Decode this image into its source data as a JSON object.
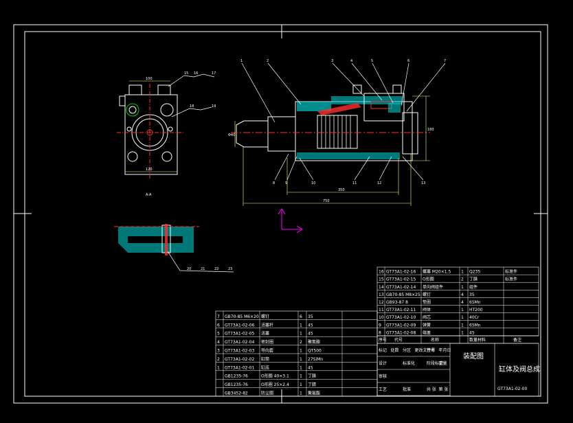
{
  "drawing": {
    "section_label": "A-A",
    "title_block": {
      "drawing_title": "缸体及阀总成",
      "drawing_number": "GT73A1-02-00",
      "assembly_label": "装配图",
      "header_cols": [
        "序号",
        "代号",
        "名称",
        "数量",
        "材料",
        "备注"
      ]
    },
    "callouts_main": [
      "1",
      "2",
      "3",
      "4",
      "5",
      "6",
      "7"
    ],
    "callouts_bottom": [
      "8",
      "9",
      "10",
      "11",
      "12",
      "13"
    ],
    "callouts_left": [
      "15",
      "16",
      "17",
      "18",
      "19"
    ],
    "callouts_detail": [
      "20",
      "21",
      "22",
      "23"
    ],
    "dims": {
      "overall_length": "750",
      "stroke": "350",
      "height": "180",
      "bore": "Φ40",
      "width_top": "100",
      "width_bottom": "120"
    }
  },
  "parts_right": [
    [
      "16",
      "GT73A1-02-16",
      "螺塞 M20×1.5",
      "1",
      "Q235",
      "标准件"
    ],
    [
      "15",
      "GT73A1-02-15",
      "O形圈",
      "2",
      "丁腈",
      "标准件"
    ],
    [
      "14",
      "GT73A1-02-14",
      "单向阀组件",
      "1",
      "组件",
      ""
    ],
    [
      "13",
      "GB70-85 M8×25",
      "螺钉",
      "4",
      "35",
      ""
    ],
    [
      "12",
      "GB93-87 8",
      "垫圈",
      "4",
      "65Mn",
      ""
    ],
    [
      "11",
      "GT73A1-02-11",
      "阀体",
      "1",
      "HT200",
      ""
    ],
    [
      "10",
      "GT73A1-02-10",
      "阀芯",
      "1",
      "40Cr",
      ""
    ],
    [
      "9",
      "GT73A1-02-09",
      "弹簧",
      "1",
      "65Mn",
      ""
    ],
    [
      "8",
      "GT73A1-02-08",
      "端盖",
      "1",
      "45",
      ""
    ]
  ],
  "parts_left": [
    [
      "7",
      "GB70-85 M6×20",
      "螺钉",
      "6",
      "35",
      ""
    ],
    [
      "6",
      "GT73A1-02-06",
      "活塞杆",
      "1",
      "45",
      ""
    ],
    [
      "5",
      "GT73A1-02-05",
      "活塞",
      "1",
      "45",
      ""
    ],
    [
      "4",
      "GT73A1-02-04",
      "密封圈",
      "2",
      "聚氨酯",
      ""
    ],
    [
      "3",
      "GT73A1-02-03",
      "导向套",
      "1",
      "QT500",
      ""
    ],
    [
      "2",
      "GT73A1-02-02",
      "缸筒",
      "1",
      "27SiMn",
      ""
    ],
    [
      "1",
      "GT73A1-02-01",
      "缸底",
      "1",
      "45",
      ""
    ],
    [
      "",
      "GB1235-76",
      "O形圈 40×3.1",
      "1",
      "丁腈",
      ""
    ],
    [
      "",
      "GB1235-76",
      "O形圈 25×2.4",
      "1",
      "丁腈",
      ""
    ],
    [
      "",
      "GB3452-82",
      "防尘圈",
      "1",
      "聚氨酯",
      ""
    ]
  ],
  "sign_rows": [
    [
      "标记",
      "处数",
      "分区",
      "更改文件号",
      "签名",
      "年月日"
    ],
    [
      "设计",
      "",
      "标准化",
      "",
      "阶段标记",
      "重量"
    ],
    [
      "审核",
      "",
      "",
      "",
      "",
      ""
    ],
    [
      "工艺",
      "",
      "批准",
      "",
      "共 张",
      "第 张"
    ]
  ],
  "colors": {
    "background": "#000000",
    "outline": "#ffffff",
    "hatch": "#00c8c8",
    "center_line": "#ff3030",
    "dimension": "#ffff66",
    "green_part": "#00d000",
    "ucs": "#ff00ff"
  }
}
